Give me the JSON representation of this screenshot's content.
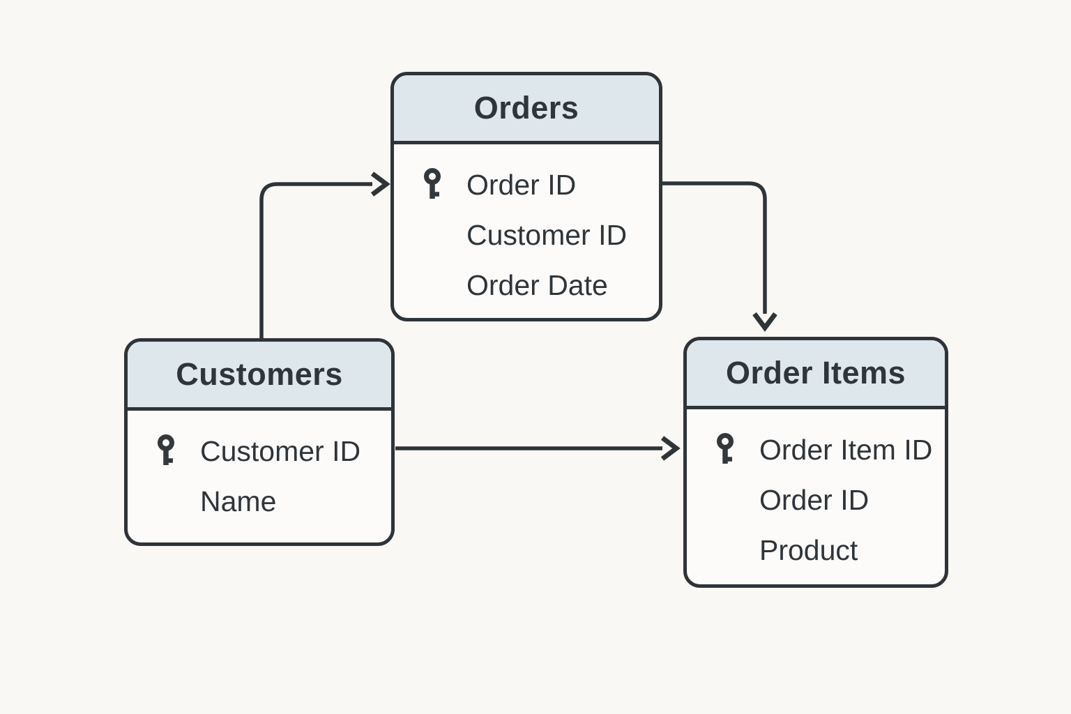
{
  "diagram": {
    "type": "entity-relationship",
    "colors": {
      "background": "#faf8f5",
      "box_fill": "#fcfbf9",
      "header_fill": "#dde7ec",
      "line": "#2e3438",
      "text": "#2f353a"
    },
    "entities": [
      {
        "title": "Orders",
        "fields": [
          {
            "label": "Order ID",
            "key": true
          },
          {
            "label": "Customer ID",
            "key": false
          },
          {
            "label": "Order Date",
            "key": false
          }
        ]
      },
      {
        "title": "Customers",
        "fields": [
          {
            "label": "Customer ID",
            "key": true
          },
          {
            "label": "Name",
            "key": false
          }
        ]
      },
      {
        "title": "Order Items",
        "fields": [
          {
            "label": "Order Item ID",
            "key": true
          },
          {
            "label": "Order ID",
            "key": false
          },
          {
            "label": "Product",
            "key": false
          }
        ]
      }
    ],
    "relationships": [
      {
        "from": "Customers",
        "from_field": "Customer ID",
        "to": "Orders",
        "to_field": "Order ID",
        "arrow": "into Orders left side"
      },
      {
        "from": "Orders",
        "from_field": "Order ID",
        "to": "Order Items",
        "to_field": "Order ID",
        "arrow": "into Order Items top"
      },
      {
        "from": "Customers",
        "from_field": "Customer ID",
        "to": "Order Items",
        "to_field": "Order Item ID",
        "arrow": "into Order Items left side"
      }
    ],
    "icons": {
      "primary_key": "key-icon"
    }
  }
}
